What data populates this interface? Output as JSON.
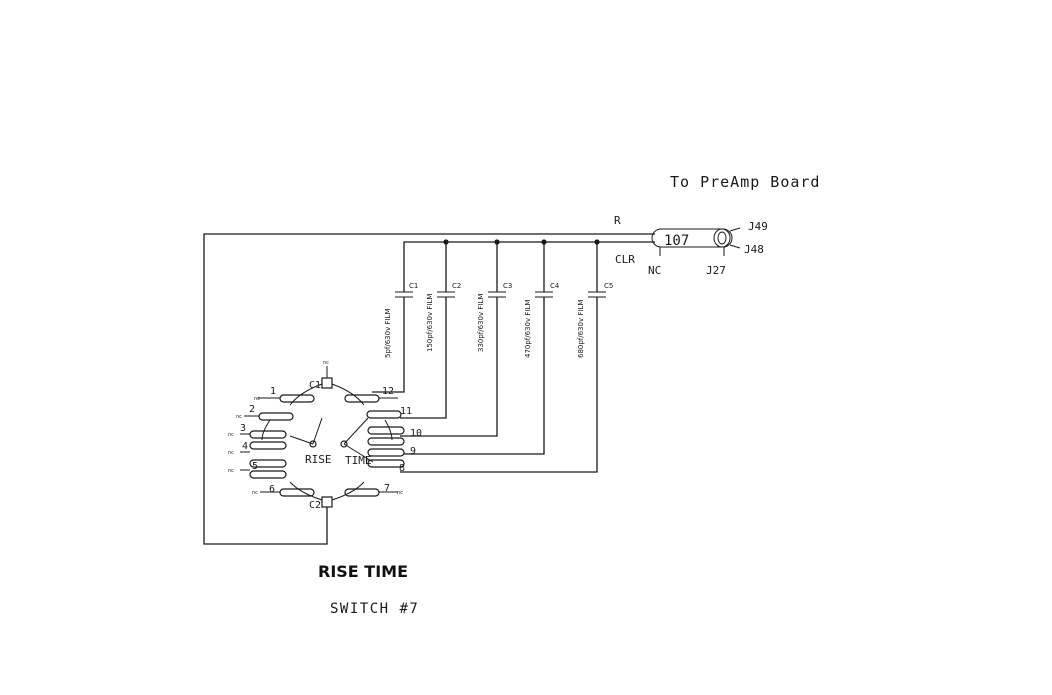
{
  "header": {
    "destination": "To PreAmp Board"
  },
  "connector": {
    "id": "107",
    "signal_r": "R",
    "signal_clr": "CLR",
    "pin_nc": "NC",
    "pin_j27": "J27",
    "jack_top": "J49",
    "jack_bottom": "J48"
  },
  "capacitors": [
    {
      "ref": "C1",
      "value": "5pf/630v FILM"
    },
    {
      "ref": "C2",
      "value": "150pf/630v FILM"
    },
    {
      "ref": "C3",
      "value": "330pf/630v FILM"
    },
    {
      "ref": "C4",
      "value": "470pf/630v FILM"
    },
    {
      "ref": "C5",
      "value": "680pf/630v FILM"
    }
  ],
  "switch": {
    "common_top": "C1",
    "common_bottom": "C2",
    "rotor_label_left": "RISE",
    "rotor_label_right": "TIME",
    "nc_mark": "nc",
    "pins": [
      "1",
      "2",
      "3",
      "4",
      "5",
      "6",
      "7",
      "8",
      "9",
      "10",
      "11",
      "12"
    ]
  },
  "footer": {
    "title": "RISE TIME",
    "subtitle": "SWITCH #7"
  }
}
